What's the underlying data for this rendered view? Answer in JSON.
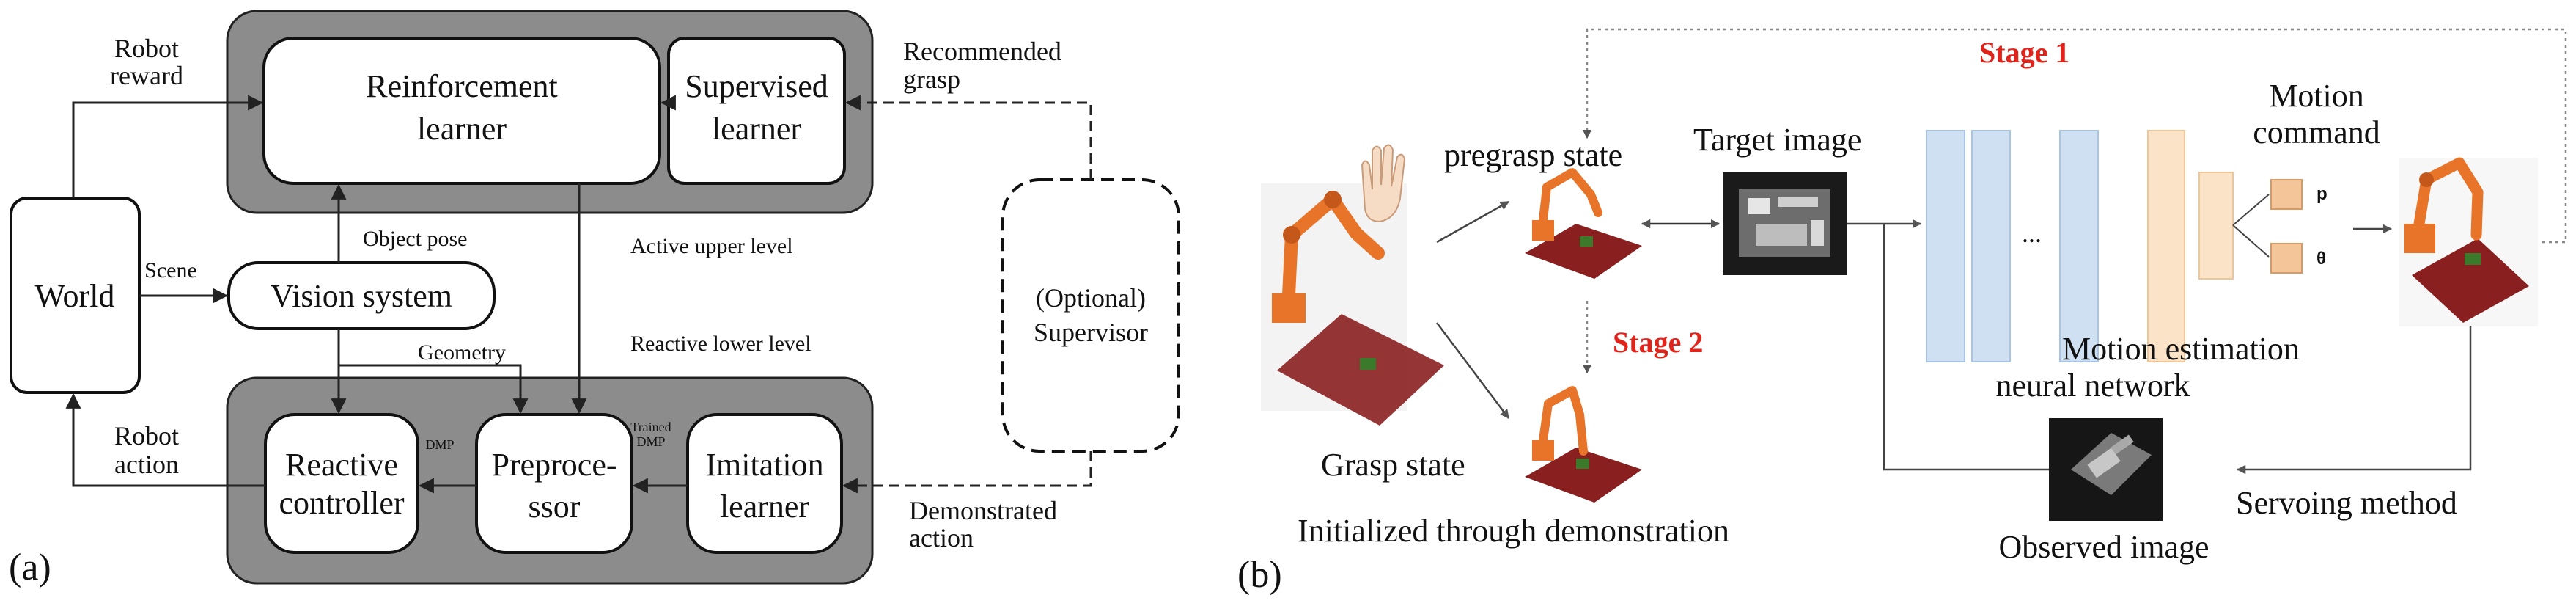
{
  "panel_a": {
    "label": "(a)",
    "robot_reward": [
      "Robot",
      "reward"
    ],
    "reinforcement_learner": [
      "Reinforcement",
      "learner"
    ],
    "supervised_learner": [
      "Supervised",
      "learner"
    ],
    "recommended_grasp": [
      "Recommended",
      "grasp"
    ],
    "world": "World",
    "scene": "Scene",
    "vision_system": "Vision system",
    "object_pose": "Object pose",
    "active_upper_level": "Active upper level",
    "reactive_lower_level": "Reactive lower level",
    "geometry": "Geometry",
    "supervisor": [
      "(Optional)",
      "Supervisor"
    ],
    "robot_action": [
      "Robot",
      "action"
    ],
    "reactive_controller": [
      "Reactive",
      "controller"
    ],
    "dmp": "DMP",
    "trained_dmp": [
      "Trained",
      "DMP"
    ],
    "preprocessor": [
      "Preproce-",
      "ssor"
    ],
    "imitation_learner": [
      "Imitation",
      "learner"
    ],
    "demonstrated_action": [
      "Demonstrated",
      "action"
    ]
  },
  "panel_b": {
    "label": "(b)",
    "stage1": "Stage 1",
    "stage2": "Stage 2",
    "pregrasp_state": "pregrasp state",
    "target_image": "Target image",
    "motion_command": [
      "Motion",
      "command"
    ],
    "p_symbol": "p",
    "theta_symbol": "θ",
    "ellipsis": "...",
    "motion_estimation": [
      "Motion estimation",
      "neural network"
    ],
    "grasp_state": "Grasp state",
    "initialized": "Initialized through demonstration",
    "servoing_method": "Servoing method",
    "observed_image": "Observed image"
  },
  "colors": {
    "panel_gray": "#8c8c8c",
    "nn_blue": "#cfe0f3",
    "nn_orange": "#fbe3c8",
    "output_orange": "#f5c59a",
    "robot_orange": "#e8742a",
    "stage_red": "#e0241b"
  }
}
